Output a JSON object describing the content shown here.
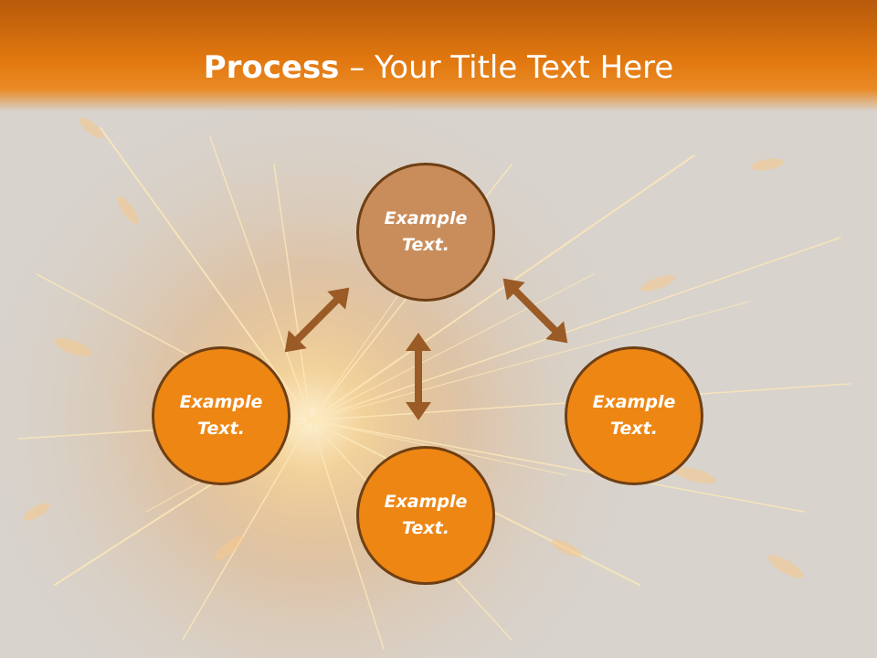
{
  "title": {
    "bold": "Process",
    "rest": " – Your Title Text Here"
  },
  "nodes": {
    "top": {
      "line1": "Example",
      "line2": "Text."
    },
    "left": {
      "line1": "Example",
      "line2": "Text."
    },
    "bottom": {
      "line1": "Example",
      "line2": "Text."
    },
    "right": {
      "line1": "Example",
      "line2": "Text."
    }
  },
  "colors": {
    "title_bar": "#e2780f",
    "node_top": "#c98d5c",
    "node_orange": "#ee8614",
    "node_border": "#6e3f14",
    "arrow": "#9a5b26"
  }
}
